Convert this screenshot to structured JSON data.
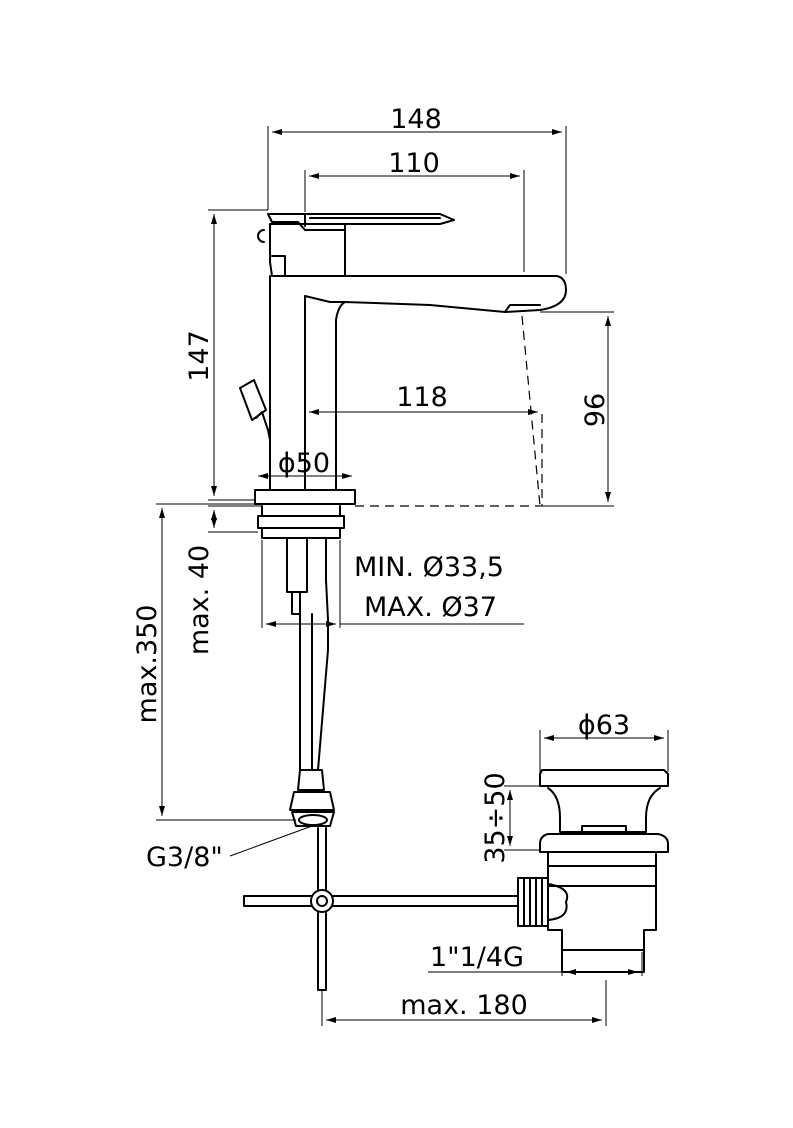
{
  "diagram": {
    "dimensions": {
      "overall_length": "148",
      "spout_length": "110",
      "total_height": "147",
      "spout_reach": "118",
      "spout_height": "96",
      "base_diameter": "ϕ50",
      "hole_min": "MIN. Ø33,5",
      "hole_max": "MAX. Ø37",
      "max_thickness": "max. 40",
      "hose_length": "max.350",
      "hose_connection": "G3/8\"",
      "waste_diameter": "ϕ63",
      "waste_stroke": "35÷50",
      "waste_thread": "1\"1/4G",
      "rod_length": "max. 180"
    }
  }
}
